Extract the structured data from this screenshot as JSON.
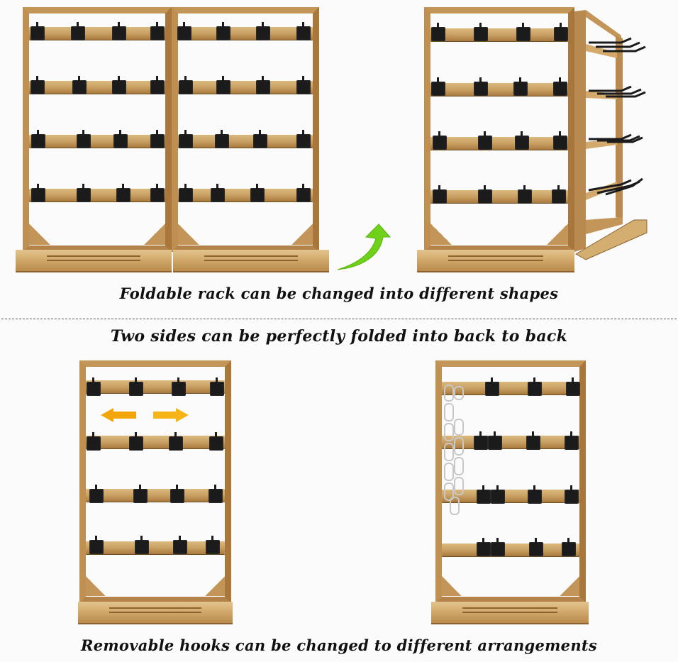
{
  "captions": {
    "top": "Foldable rack can be changed into different shapes",
    "middle": "Two sides can be perfectly folded into back to back",
    "bottom": "Removable hooks can be changed to different arrangements"
  },
  "icons": {
    "curved_arrow": "green-curved-up-arrow",
    "left_arrow": "orange-left-arrow",
    "right_arrow": "orange-right-arrow"
  },
  "colors": {
    "background": "#fbfbfb",
    "wood": "#c89a58",
    "hook": "#1b1b1b",
    "green_arrow": "#6fd11a",
    "orange_arrow": "#f2a60c",
    "text": "#111111"
  },
  "panels": [
    {
      "id": "open-double-rack",
      "description": "Two rack panels side by side, 4 rows x 8 hooks"
    },
    {
      "id": "folded-rack",
      "description": "Rack folded at 90 degrees, side panel with protruding hooks"
    },
    {
      "id": "single-rack-arrows",
      "description": "Single rack with left/right arrows showing hooks slide"
    },
    {
      "id": "single-rack-chains",
      "description": "Single rack with chains hanging and rearranged hooks"
    }
  ]
}
